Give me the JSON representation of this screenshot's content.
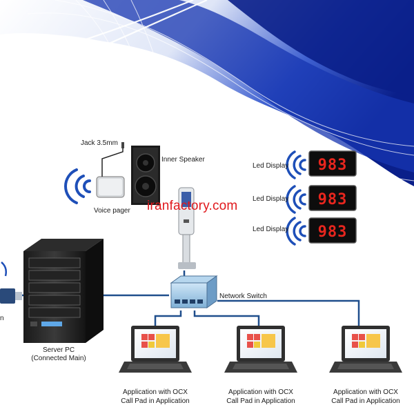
{
  "watermark": "iranfactory.com",
  "labels": {
    "jack": "Jack 3.5mm",
    "inner_speaker": "Inner Speaker",
    "voice_pager": "Voice pager",
    "network_switch": "Network Switch",
    "server_line1": "Server PC",
    "server_line2": "(Connected Main)",
    "left_cut": "n"
  },
  "led_displays": [
    {
      "label": "Led Display",
      "digits": "983"
    },
    {
      "label": "Led Display",
      "digits": "983"
    },
    {
      "label": "Led Display",
      "digits": "983"
    }
  ],
  "laptops": [
    {
      "line1": "Application with OCX",
      "line2": "Call Pad in Application"
    },
    {
      "line1": "Application with OCX",
      "line2": "Call Pad in Application"
    },
    {
      "line1": "Application with OCX",
      "line2": "Call Pad in Application"
    }
  ],
  "colors": {
    "network_line": "#1f4e8c",
    "led_red": "#e8261e",
    "wave_blue": "#1e4fb8",
    "banner_navy": "#0a1f8a",
    "watermark": "#e0181c"
  }
}
